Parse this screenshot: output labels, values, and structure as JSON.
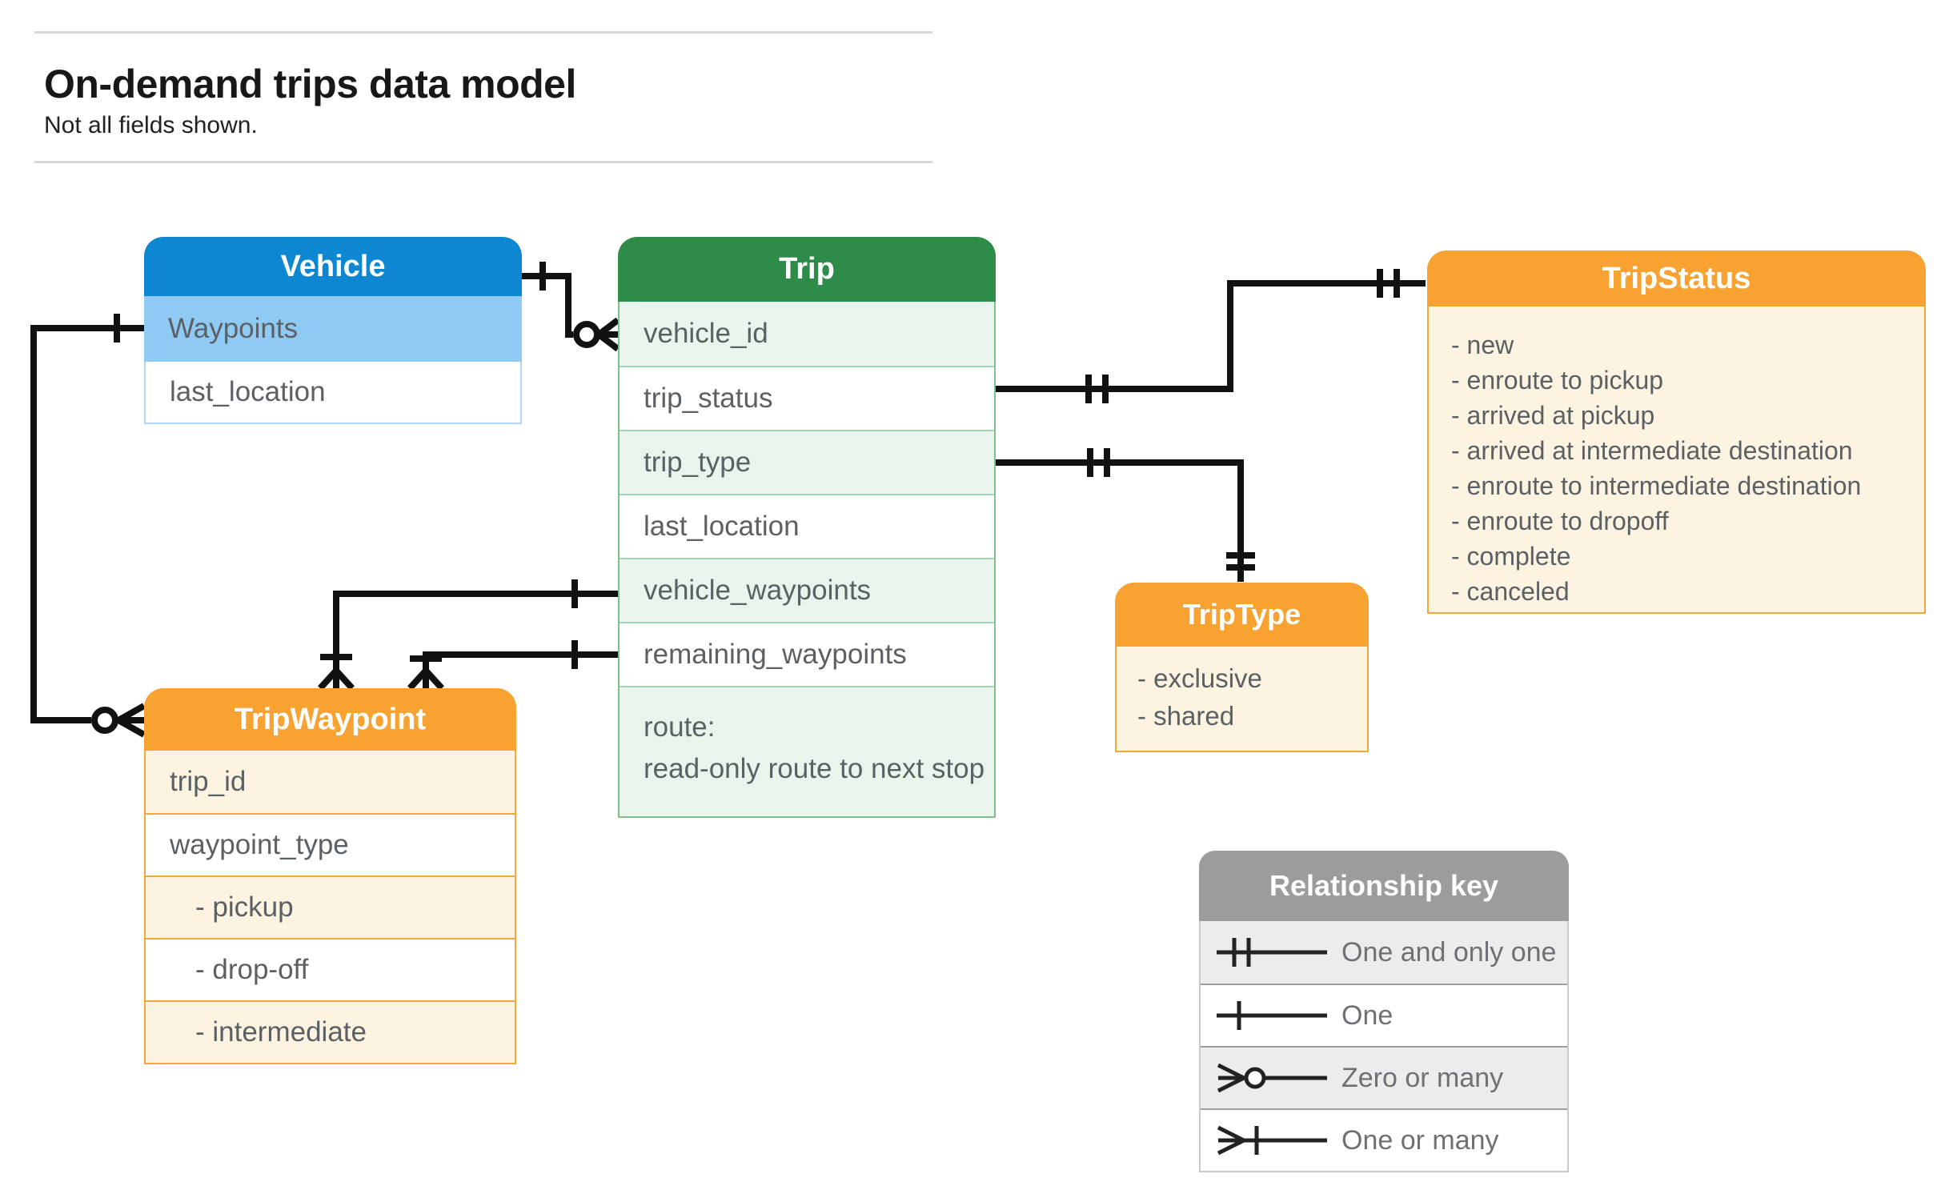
{
  "header": {
    "title": "On-demand trips data model",
    "subtitle": "Not all fields shown."
  },
  "entities": {
    "vehicle": {
      "title": "Vehicle",
      "fields": [
        "Waypoints",
        "last_location"
      ]
    },
    "trip": {
      "title": "Trip",
      "fields": [
        "vehicle_id",
        "trip_status",
        "trip_type",
        "last_location",
        "vehicle_waypoints",
        "remaining_waypoints"
      ],
      "route_line1": "route:",
      "route_line2": "read-only route to next stop"
    },
    "trip_status": {
      "title": "TripStatus",
      "values": [
        "- new",
        "- enroute to pickup",
        "- arrived at pickup",
        "- arrived at intermediate destination",
        "- enroute to intermediate destination",
        "- enroute to dropoff",
        "- complete",
        "- canceled"
      ]
    },
    "trip_type": {
      "title": "TripType",
      "values": [
        "- exclusive",
        "- shared"
      ]
    },
    "trip_waypoint": {
      "title": "TripWaypoint",
      "fields": [
        "trip_id",
        "waypoint_type",
        "- pickup",
        "- drop-off",
        "- intermediate"
      ]
    }
  },
  "legend": {
    "title": "Relationship key",
    "rows": [
      {
        "symbol": "one-and-only-one",
        "label": "One and only one"
      },
      {
        "symbol": "one",
        "label": "One"
      },
      {
        "symbol": "zero-or-many",
        "label": "Zero or many"
      },
      {
        "symbol": "one-or-many",
        "label": "One or many"
      }
    ]
  },
  "colors": {
    "vehicle_header": "#0d87d1",
    "vehicle_highlight": "#8ecaf3",
    "trip_header": "#2e8b48",
    "trip_row_tint": "#e9f4ed",
    "enum_header": "#f8a331",
    "enum_body": "#fdf3e1",
    "legend_header": "#9c9c9c",
    "connector": "#111111"
  }
}
